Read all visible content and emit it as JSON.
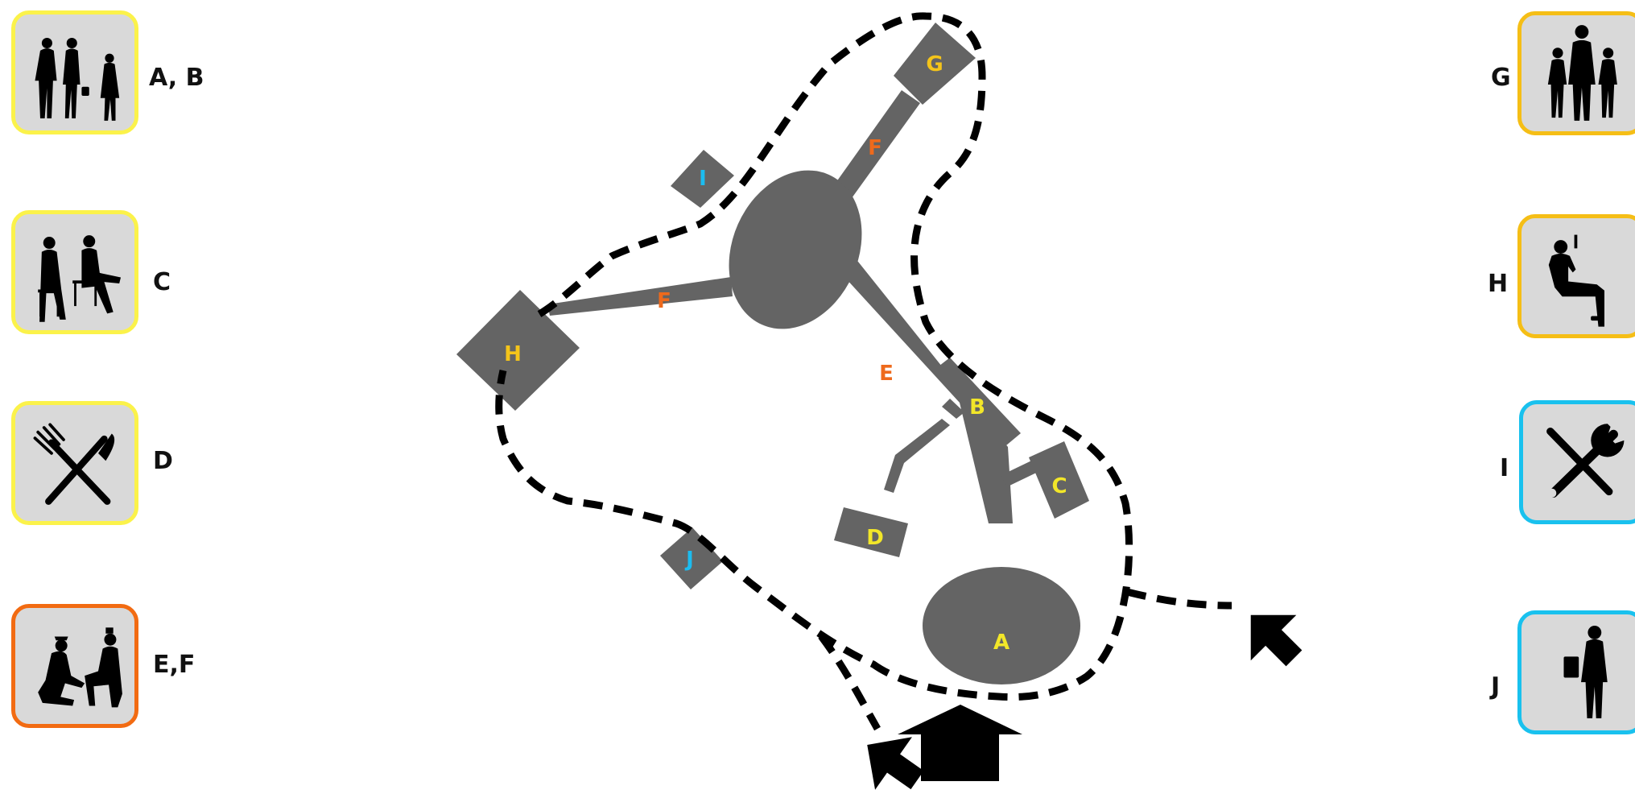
{
  "colors": {
    "building": "#646464",
    "border_yellow": "#fbf24a",
    "border_orange": "#f26b12",
    "border_amber": "#f5be16",
    "border_cyan": "#19c1ee",
    "text_yellow": "#f2e629",
    "text_orange": "#ee6a1c",
    "text_amber": "#f4c41a",
    "text_cyan": "#1cbcef",
    "card_bg": "#d9d9d9",
    "path": "#000000"
  },
  "legend_left": [
    {
      "label": "A, B",
      "icon": "people-walking-shopping-icon",
      "border": "yellow"
    },
    {
      "label": "C",
      "icon": "people-seated-waiting-icon",
      "border": "yellow"
    },
    {
      "label": "D",
      "icon": "fork-knife-icon",
      "border": "yellow"
    },
    {
      "label": "E,F",
      "icon": "people-sitting-floor-icon",
      "border": "orange"
    }
  ],
  "legend_right": [
    {
      "label": "G",
      "icon": "family-group-icon",
      "border": "amber"
    },
    {
      "label": "H",
      "icon": "person-seated-phone-icon",
      "border": "amber"
    },
    {
      "label": "I",
      "icon": "wrench-screwdriver-icon",
      "border": "cyan"
    },
    {
      "label": "J",
      "icon": "person-standing-briefcase-icon",
      "border": "cyan"
    }
  ],
  "zones": {
    "A": "A",
    "B": "B",
    "C": "C",
    "D": "D",
    "E": "E",
    "F_upper": "F",
    "F_left": "F",
    "G": "G",
    "H": "H",
    "I": "I",
    "J": "J"
  },
  "icons": {
    "entrance_arrow": "up-arrow-icon",
    "exit_arrow_right": "arrow-up-left-icon",
    "exit_arrow_bottom": "arrow-up-left-icon"
  }
}
